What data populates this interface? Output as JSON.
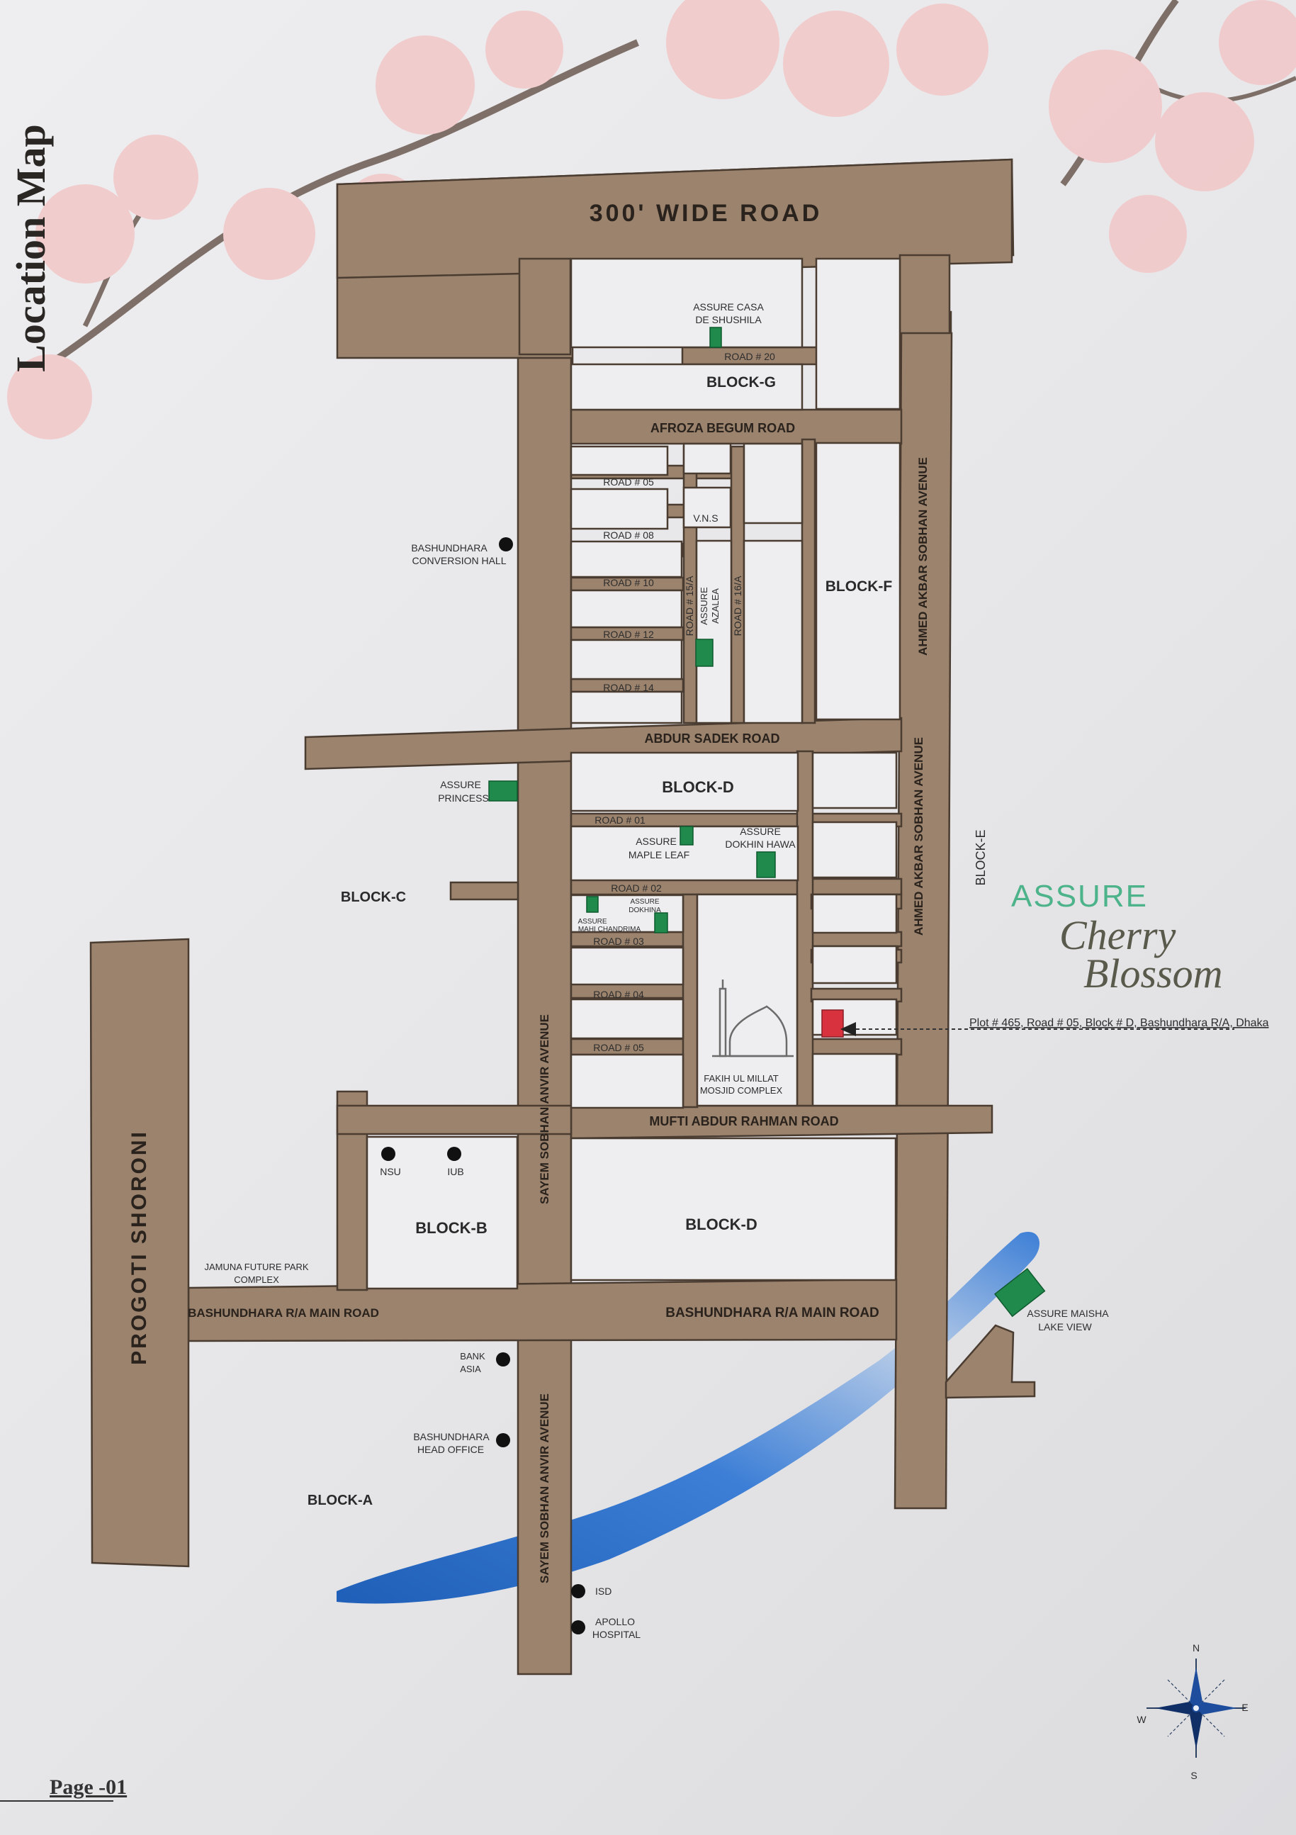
{
  "page_title": "Location Map",
  "page_number": "Page -01",
  "brand": {
    "line1": "ASSURE",
    "line2": "Cherry",
    "line3": "Blossom",
    "accent": "#4db38a",
    "text": "#5a5a4c"
  },
  "plot_note": "Plot # 465, Road # 05, Block # D, Bashundhara R/A, Dhaka",
  "colors": {
    "road": "#9b836d",
    "road_edge": "#4a3c30",
    "block_bg": "#eeeef0",
    "project": "#1f8a4c",
    "target": "#d8323f",
    "water": "#2f6fc8"
  },
  "roads": {
    "wide_road": "300' WIDE ROAD",
    "afroza": "AFROZA BEGUM ROAD",
    "abdur_sadek": "ABDUR SADEK ROAD",
    "mufti": "MUFTI ABDUR RAHMAN ROAD",
    "main_road_left": "BASHUNDHARA R/A MAIN ROAD",
    "main_road_right": "BASHUNDHARA R/A MAIN ROAD",
    "sayem_upper": "SAYEM SOBHAN ANVIR AVENUE",
    "sayem_lower": "SAYEM SOBHAN ANVIR AVENUE",
    "ahmed_upper": "AHMED AKBAR SOBHAN AVENUE",
    "ahmed_lower": "AHMED AKBAR SOBHAN AVENUE",
    "progoti": "PROGOTI SHORONI",
    "road20": "ROAD # 20",
    "road05_f": "ROAD # 05",
    "road08": "ROAD # 08",
    "road10": "ROAD # 10",
    "road12": "ROAD # 12",
    "road14": "ROAD # 14",
    "road15a": "ROAD # 15/A",
    "road16a": "ROAD # 16/A",
    "road01": "ROAD # 01",
    "road02": "ROAD # 02",
    "road03": "ROAD # 03",
    "road04": "ROAD # 04",
    "road05_d": "ROAD # 05"
  },
  "blocks": {
    "g": "BLOCK-G",
    "f": "BLOCK-F",
    "d_top": "BLOCK-D",
    "d_bottom": "BLOCK-D",
    "c": "BLOCK-C",
    "b": "BLOCK-B",
    "a": "BLOCK-A",
    "e": "BLOCK-E"
  },
  "labels": {
    "vns": "V.N.S",
    "casa_1": "ASSURE CASA",
    "casa_2": "DE SHUSHILA",
    "azalea_1": "ASSURE",
    "azalea_2": "AZALEA",
    "princess_1": "ASSURE",
    "princess_2": "PRINCESS",
    "maple_1": "ASSURE",
    "maple_2": "MAPLE LEAF",
    "dokhin_1": "ASSURE",
    "dokhin_2": "DOKHIN HAWA",
    "dokhina_1": "ASSURE",
    "dokhina_2": "DOKHINA",
    "mahi_1": "ASSURE",
    "mahi_2": "MAHI CHANDRIMA",
    "mosjid_1": "FAKIH UL MILLAT",
    "mosjid_2": "MOSJID COMPLEX",
    "conv_1": "BASHUNDHARA",
    "conv_2": "CONVERSION HALL",
    "nsu": "NSU",
    "iub": "IUB",
    "jamuna_1": "JAMUNA FUTURE PARK",
    "jamuna_2": "COMPLEX",
    "bank_1": "BANK",
    "bank_2": "ASIA",
    "head_1": "BASHUNDHARA",
    "head_2": "HEAD OFFICE",
    "isd": "ISD",
    "apollo_1": "APOLLO",
    "apollo_2": "HOSPITAL",
    "maisha_1": "ASSURE MAISHA",
    "maisha_2": "LAKE VIEW"
  },
  "compass": {
    "n": "N",
    "s": "S",
    "e": "E",
    "w": "W"
  }
}
